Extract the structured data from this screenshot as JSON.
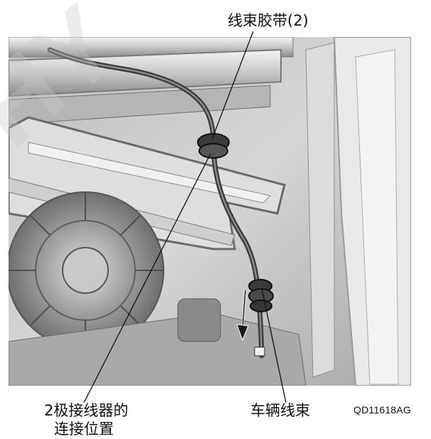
{
  "callouts": {
    "cable_tie": "线束胶带(2)",
    "connector_location_line1": "2极接线器的",
    "connector_location_line2": "连接位置",
    "vehicle_harness": "车辆线束"
  },
  "figure_code": "QD11618AG",
  "colors": {
    "photo_background": "#cfcfcf",
    "leader_line": "#111111",
    "text": "#111111"
  },
  "icons": {
    "direction_arrow": "arrow-down-icon"
  }
}
